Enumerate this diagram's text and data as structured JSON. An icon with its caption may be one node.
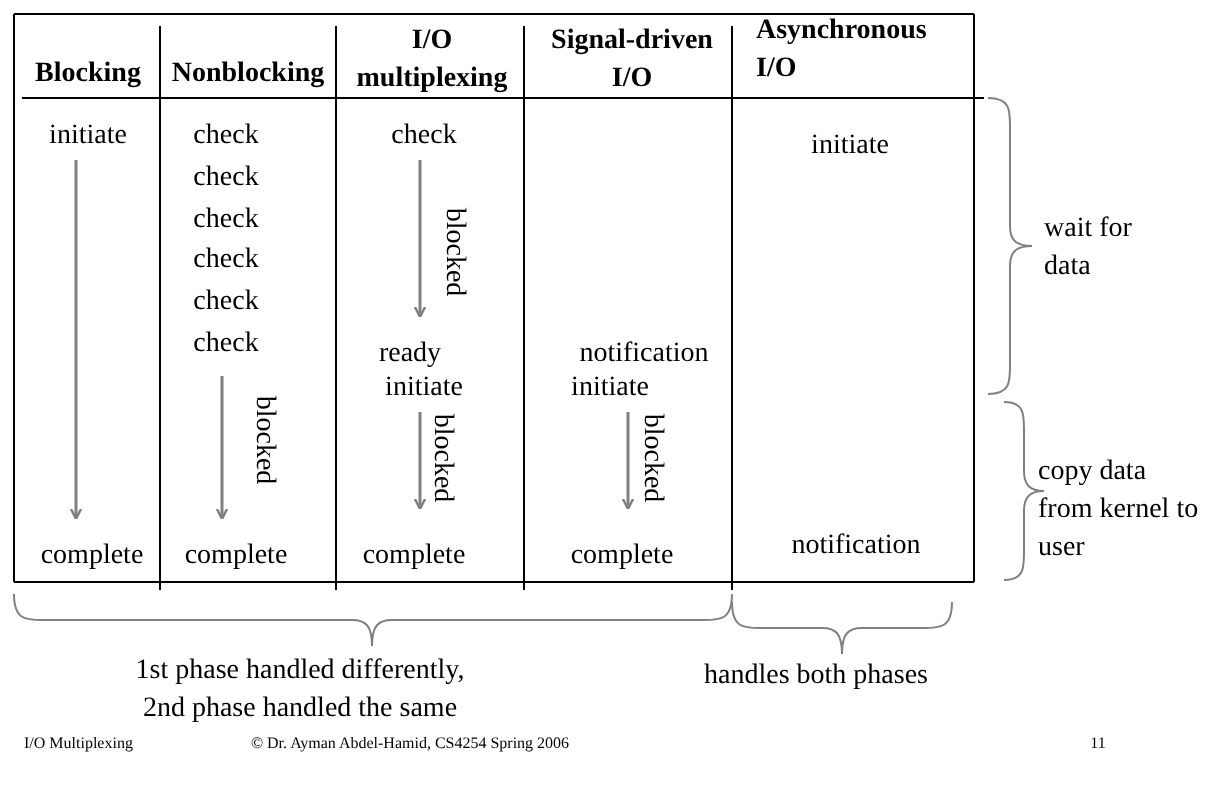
{
  "diagram": {
    "labels": [
      "Blocking",
      "Nonblocking",
      "I/O multiplexing",
      "Signal-driven I/O",
      "Asynchronous I/O",
      "initiate",
      "check",
      "check",
      "initiate",
      "check",
      "blocked",
      "check",
      "wait for data",
      "check",
      "check",
      "check",
      "ready",
      "notification",
      "initiate",
      "initiate",
      "blocked",
      "blocked",
      "blocked",
      "copy data from kernel to user",
      "complete",
      "complete",
      "complete",
      "complete",
      "notification",
      "1st phase handled differently, 2nd phase handled the same",
      "handles both phases",
      "I/O Multiplexing",
      "© Dr. Ayman Abdel-Hamid, CS4254 Spring 2006",
      "11"
    ]
  }
}
